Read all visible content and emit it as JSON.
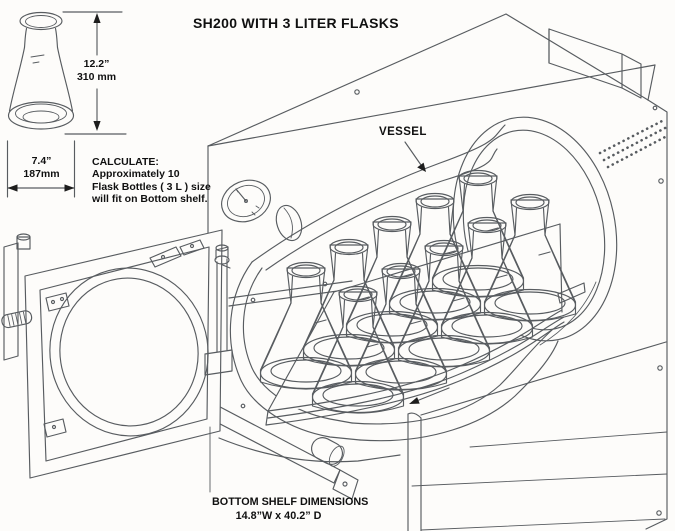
{
  "title": "SH200 WITH 3 LITER FLASKS",
  "flask_spec": {
    "height_inches": "12.2”",
    "height_mm": "310 mm",
    "diameter_inches": "7.4”",
    "diameter_mm": "187mm"
  },
  "calculate_note": {
    "line1": "CALCULATE:",
    "line2": "Approximately 10",
    "line3": "Flask Bottles ( 3 L ) size",
    "line4": "will fit on Bottom shelf."
  },
  "labels": {
    "vessel": "VESSEL"
  },
  "bottom_shelf": {
    "title": "BOTTOM SHELF DIMENSIONS",
    "dimensions": "14.8”W x 40.2” D"
  },
  "diagram": {
    "flask_count_on_shelf": 10,
    "shelf_rows": 2
  },
  "colors": {
    "line": "#585c60",
    "text": "#101010",
    "background": "#fdfcfa"
  }
}
